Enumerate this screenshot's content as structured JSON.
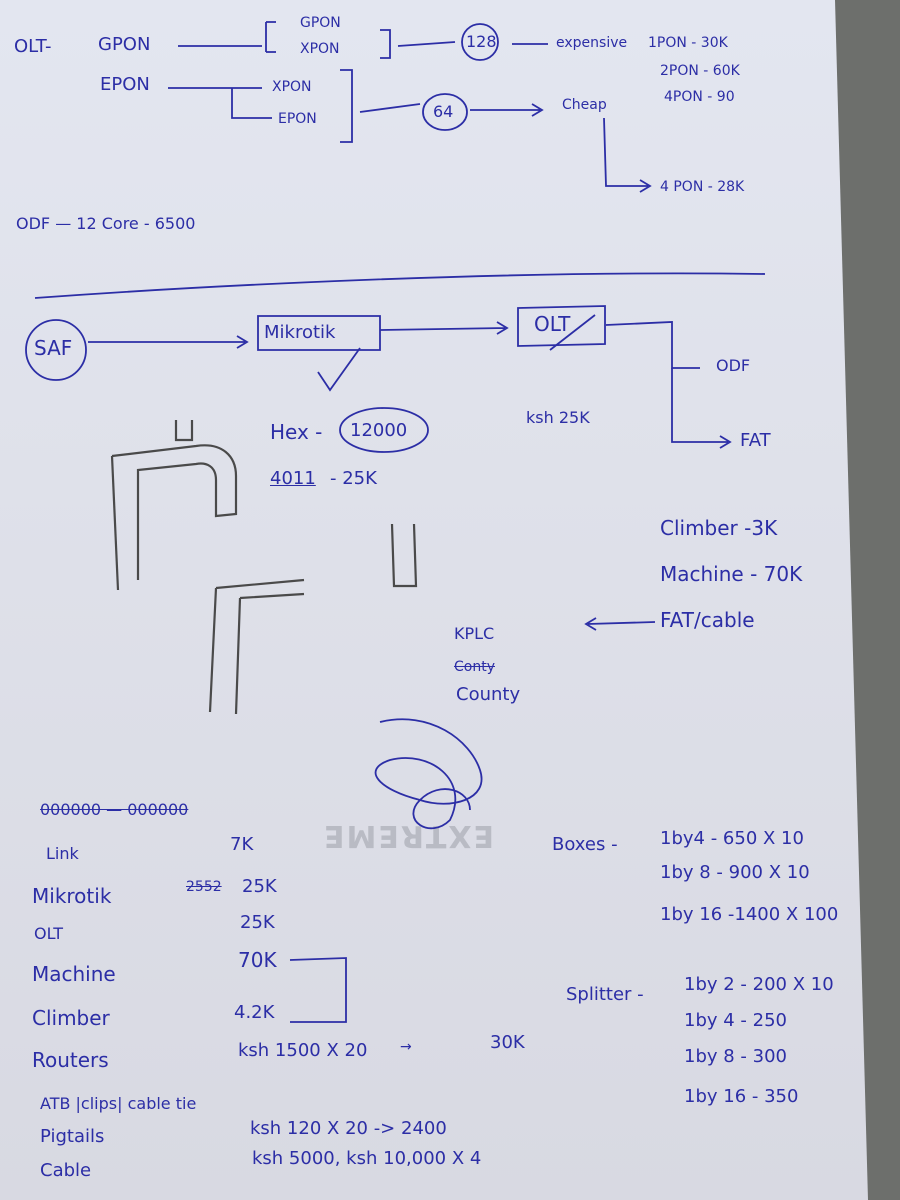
{
  "top": {
    "olt": "OLT-",
    "gpon": "GPON",
    "gpon_sub1": "GPON",
    "gpon_sub2": "XPON",
    "n128": "128",
    "expensive": "expensive",
    "price1": "1PON - 30K",
    "price2": "2PON - 60K",
    "price3": "4PON - 90",
    "epon": "EPON",
    "epon_sub1": "XPON",
    "epon_sub2": "EPON",
    "n64": "64",
    "cheap": "Cheap",
    "cheap_price": "4 PON - 28K",
    "odf": "ODF — 12 Core - 6500"
  },
  "flow": {
    "saf": "SAF",
    "mikrotik": "Mikrotik",
    "olt": "OLT",
    "odf": "ODF",
    "fat": "FAT",
    "hex": "Hex -",
    "hex_price": "12000",
    "r4011": "4011",
    "r4011_price": "- 25K",
    "olt_price": "ksh 25K",
    "climber": "Climber -3K",
    "machine": "Machine - 70K",
    "fat_cable": "FAT/cable",
    "kplc": "KPLC",
    "county_struck": "Conty",
    "county": "County"
  },
  "costs": [
    {
      "label": "Link",
      "value": "7K"
    },
    {
      "label": "Mikrotik",
      "value": "25K",
      "struck": "2552"
    },
    {
      "label": "OLT",
      "value": "25K"
    },
    {
      "label": "Machine",
      "value": "70K"
    },
    {
      "label": "Climber",
      "value": "4.2K"
    },
    {
      "label": "Routers",
      "value": "ksh 1500 X 20",
      "result": "30K"
    },
    {
      "label": "ATB |clips| cable tie",
      "value": ""
    },
    {
      "label": "Pigtails",
      "value": "ksh 120 X 20 -> 2400"
    },
    {
      "label": "Cable",
      "value": "ksh 5000, ksh 10,000 X 4"
    }
  ],
  "costs_header_struck": "000000 — 000000",
  "boxes": {
    "label": "Boxes -",
    "items": [
      "1by4 - 650 X 10",
      "1by 8 - 900 X 10",
      "1by 16 -1400 X 100"
    ]
  },
  "splitter": {
    "label": "Splitter -",
    "items": [
      "1by 2 - 200 X 10",
      "1by 4 - 250",
      "1by 8 - 300",
      "1by 16 - 350"
    ]
  },
  "watermark": "EXTREME",
  "colors": {
    "ink": "#2c2ea6",
    "paper": "#e1e3ec",
    "pencil": "#4a4a4a",
    "background": "#6d6f6c"
  }
}
